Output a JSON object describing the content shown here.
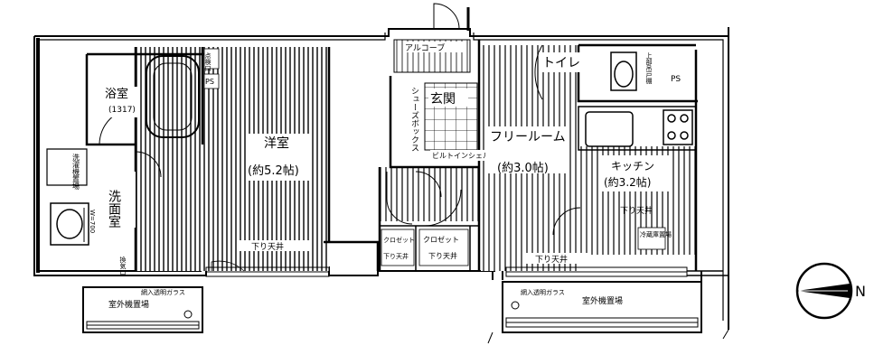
{
  "floorplan": {
    "rooms": {
      "bath": {
        "name": "浴室",
        "size": "(1317)"
      },
      "washroom": {
        "name": "洗面室"
      },
      "washer": {
        "name": "洗濯機置場"
      },
      "sink_width": "W=700",
      "western": {
        "name": "洋室",
        "area": "(約5.2帖)"
      },
      "free_room": {
        "name": "フリールーム",
        "area": "(約3.0帖)"
      },
      "kitchen": {
        "name": "キッチン",
        "area": "(約3.2帖)"
      },
      "toilet": {
        "name": "トイレ"
      },
      "entrance": {
        "name": "玄関"
      },
      "alcove": {
        "name": "アルコーブ"
      },
      "shoes_box": {
        "name": "シューズボックス"
      },
      "builtin_shelf": {
        "name": "ビルトインシェルフ"
      },
      "closet_small": {
        "name": "クロゼット",
        "sub": "下り天井"
      },
      "closet_large": {
        "name": "クロゼット",
        "sub": "下り天井"
      },
      "fridge": {
        "name": "冷蔵庫置場"
      },
      "kitchen_ceiling": {
        "name": "下り天井"
      }
    },
    "markers": {
      "ps1": "PS",
      "ps2": "PS",
      "inspection": "点検口",
      "ceiling_notice_left": "下り天井",
      "ceiling_notice_right": "下り天井",
      "upper_shelf": "上部吊戸棚",
      "vent": "換気口"
    },
    "balconies": {
      "left": {
        "unit_label": "室外機置場",
        "glass_label": "網入透明ガラス"
      },
      "right": {
        "unit_label": "室外機置場",
        "glass_label": "網入透明ガラス"
      }
    },
    "compass": {
      "label": "N"
    }
  }
}
